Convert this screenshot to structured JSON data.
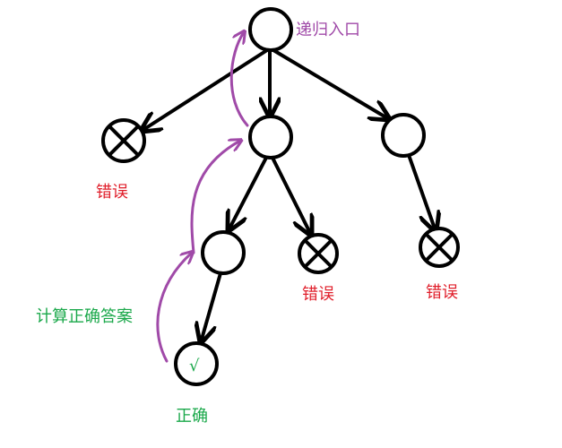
{
  "labels": {
    "entry": "递归入口",
    "wrong": "错误",
    "compute": "计算正确答案",
    "correct": "正确",
    "check_mark": "√"
  },
  "colors": {
    "stroke": "#000000",
    "purple": "#a04aa8",
    "red": "#e01e2a",
    "green": "#1aa84a"
  }
}
